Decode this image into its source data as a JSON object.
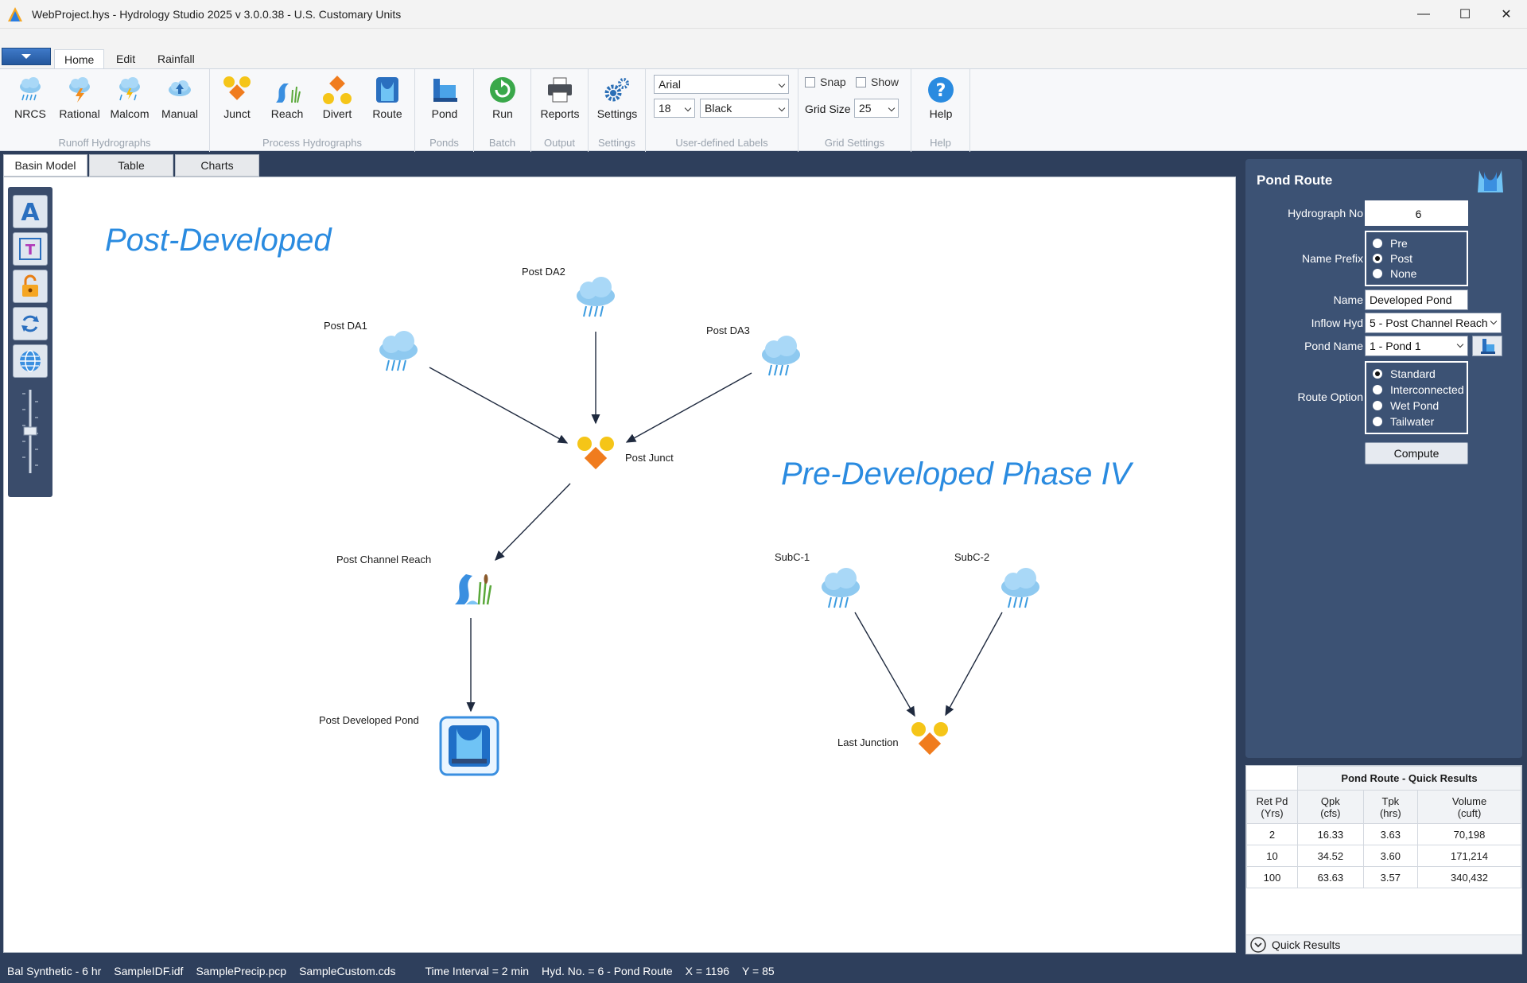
{
  "window": {
    "title": "WebProject.hys - Hydrology Studio 2025 v 3.0.0.38 - U.S. Customary Units",
    "minimize": "—",
    "maximize": "☐",
    "close": "✕"
  },
  "ribbon_tabs": [
    "Home",
    "Edit",
    "Rainfall"
  ],
  "ribbon": {
    "runoff": {
      "label": "Runoff Hydrographs",
      "buttons": [
        "NRCS",
        "Rational",
        "Malcom",
        "Manual"
      ]
    },
    "process": {
      "label": "Process Hydrographs",
      "buttons": [
        "Junct",
        "Reach",
        "Divert",
        "Route"
      ]
    },
    "ponds": {
      "label": "Ponds",
      "buttons": [
        "Pond"
      ]
    },
    "batch": {
      "label": "Batch",
      "buttons": [
        "Run"
      ]
    },
    "output": {
      "label": "Output",
      "buttons": [
        "Reports"
      ]
    },
    "settings": {
      "label": "Settings",
      "buttons": [
        "Settings"
      ]
    },
    "labels": {
      "label": "User-defined Labels",
      "font": "Arial",
      "size": "18",
      "color": "Black"
    },
    "grid": {
      "label": "Grid Settings",
      "snap": "Snap",
      "show": "Show",
      "grid_size_label": "Grid Size",
      "grid_size": "25"
    },
    "help": {
      "label": "Help",
      "buttons": [
        "Help"
      ]
    }
  },
  "view_tabs": [
    "Basin Model",
    "Table",
    "Charts"
  ],
  "canvas": {
    "post_title": "Post-Developed",
    "pre_title": "Pre-Developed Phase IV",
    "nodes": {
      "post_da2": "Post DA2",
      "post_da1": "Post DA1",
      "post_da3": "Post DA3",
      "post_junct": "Post Junct",
      "post_channel": "Post Channel Reach",
      "post_pond": "Post Developed Pond",
      "subc1": "SubC-1",
      "subc2": "SubC-2",
      "last_junction": "Last Junction"
    }
  },
  "panel": {
    "title": "Pond Route",
    "hydrograph_no_label": "Hydrograph No",
    "hydrograph_no": "6",
    "name_prefix_label": "Name Prefix",
    "name_prefix_options": [
      "Pre",
      "Post",
      "None"
    ],
    "name_prefix_selected": "Post",
    "name_label": "Name",
    "name": "Developed Pond",
    "inflow_label": "Inflow Hyd",
    "inflow": "5 - Post Channel Reach",
    "pond_name_label": "Pond Name",
    "pond_name": "1 - Pond 1",
    "route_option_label": "Route Option",
    "route_options": [
      "Standard",
      "Interconnected",
      "Wet Pond",
      "Tailwater"
    ],
    "route_selected": "Standard",
    "compute": "Compute"
  },
  "quick_results": {
    "title": "Pond Route - Quick Results",
    "headers": [
      [
        "Ret Pd",
        "(Yrs)"
      ],
      [
        "Qpk",
        "(cfs)"
      ],
      [
        "Tpk",
        "(hrs)"
      ],
      [
        "Volume",
        "(cuft)"
      ]
    ],
    "rows": [
      [
        "2",
        "16.33",
        "3.63",
        "70,198"
      ],
      [
        "10",
        "34.52",
        "3.60",
        "171,214"
      ],
      [
        "100",
        "63.63",
        "3.57",
        "340,432"
      ]
    ],
    "footer": "Quick Results"
  },
  "status": [
    "Bal Synthetic - 6 hr",
    "SampleIDF.idf",
    "SamplePrecip.pcp",
    "SampleCustom.cds",
    "Time Interval = 2 min",
    "Hyd. No. = 6 - Pond Route",
    "X = 1196",
    "Y = 85"
  ]
}
